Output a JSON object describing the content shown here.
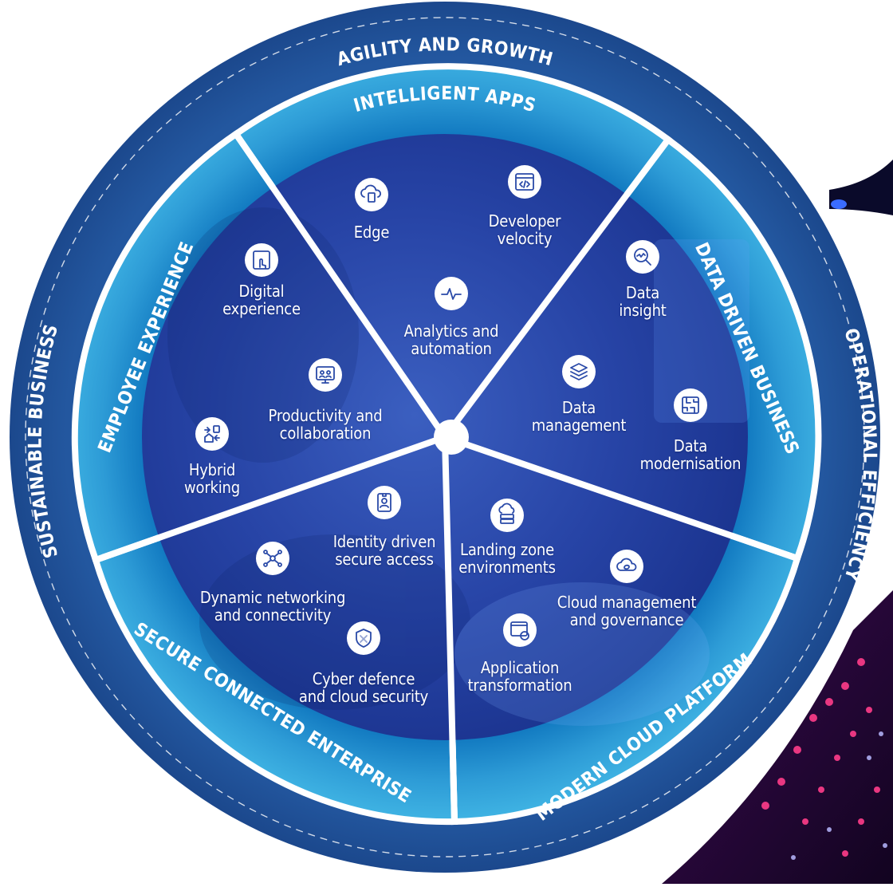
{
  "outer_ring": {
    "top": "AGILITY AND GROWTH",
    "left": "SUSTAINABLE BUSINESS",
    "right": "OPERATIONAL EFFICIENCY"
  },
  "segments": [
    {
      "id": "intelligent-apps",
      "title": "INTELLIGENT APPS",
      "items": [
        {
          "id": "edge",
          "label": "Edge",
          "icon": "cloud-device-icon"
        },
        {
          "id": "developer-velocity",
          "label": "Developer\nvelocity",
          "icon": "code-window-icon"
        },
        {
          "id": "analytics-automation",
          "label": "Analytics and\nautomation",
          "icon": "pulse-icon"
        }
      ]
    },
    {
      "id": "data-driven-business",
      "title": "DATA DRIVEN BUSINESS",
      "items": [
        {
          "id": "data-insight",
          "label": "Data\ninsight",
          "icon": "magnifier-chart-icon"
        },
        {
          "id": "data-management",
          "label": "Data\nmanagement",
          "icon": "layers-icon"
        },
        {
          "id": "data-modernisation",
          "label": "Data\nmodernisation",
          "icon": "circuit-icon"
        }
      ]
    },
    {
      "id": "modern-cloud-platform",
      "title": "MODERN CLOUD PLATFORM",
      "items": [
        {
          "id": "landing-zone",
          "label": "Landing zone\nenvironments",
          "icon": "cloud-server-icon"
        },
        {
          "id": "cloud-management",
          "label": "Cloud management\nand governance",
          "icon": "cloud-sync-icon"
        },
        {
          "id": "app-transformation",
          "label": "Application\ntransformation",
          "icon": "window-sync-icon"
        }
      ]
    },
    {
      "id": "secure-connected-enterprise",
      "title": "SECURE CONNECTED ENTERPRISE",
      "items": [
        {
          "id": "identity-access",
          "label": "Identity driven\nsecure access",
          "icon": "id-badge-icon"
        },
        {
          "id": "dynamic-networking",
          "label": "Dynamic networking\nand connectivity",
          "icon": "network-nodes-icon"
        },
        {
          "id": "cyber-defence",
          "label": "Cyber defence\nand cloud security",
          "icon": "shield-icon"
        }
      ]
    },
    {
      "id": "employee-experience",
      "title": "EMPLOYEE EXPERIENCE",
      "items": [
        {
          "id": "digital-experience",
          "label": "Digital\nexperience",
          "icon": "touch-tablet-icon"
        },
        {
          "id": "productivity",
          "label": "Productivity and\ncollaboration",
          "icon": "video-meeting-icon"
        },
        {
          "id": "hybrid-working",
          "label": "Hybrid\nworking",
          "icon": "home-office-icon"
        }
      ]
    }
  ],
  "colors": {
    "outer_ring": "#1f4f9e",
    "band_light": "#35a8dc",
    "band_dark": "#0a6ab0",
    "inner": "#2346a8",
    "divider": "#ffffff",
    "accent_pink": "#ff2f7a"
  }
}
